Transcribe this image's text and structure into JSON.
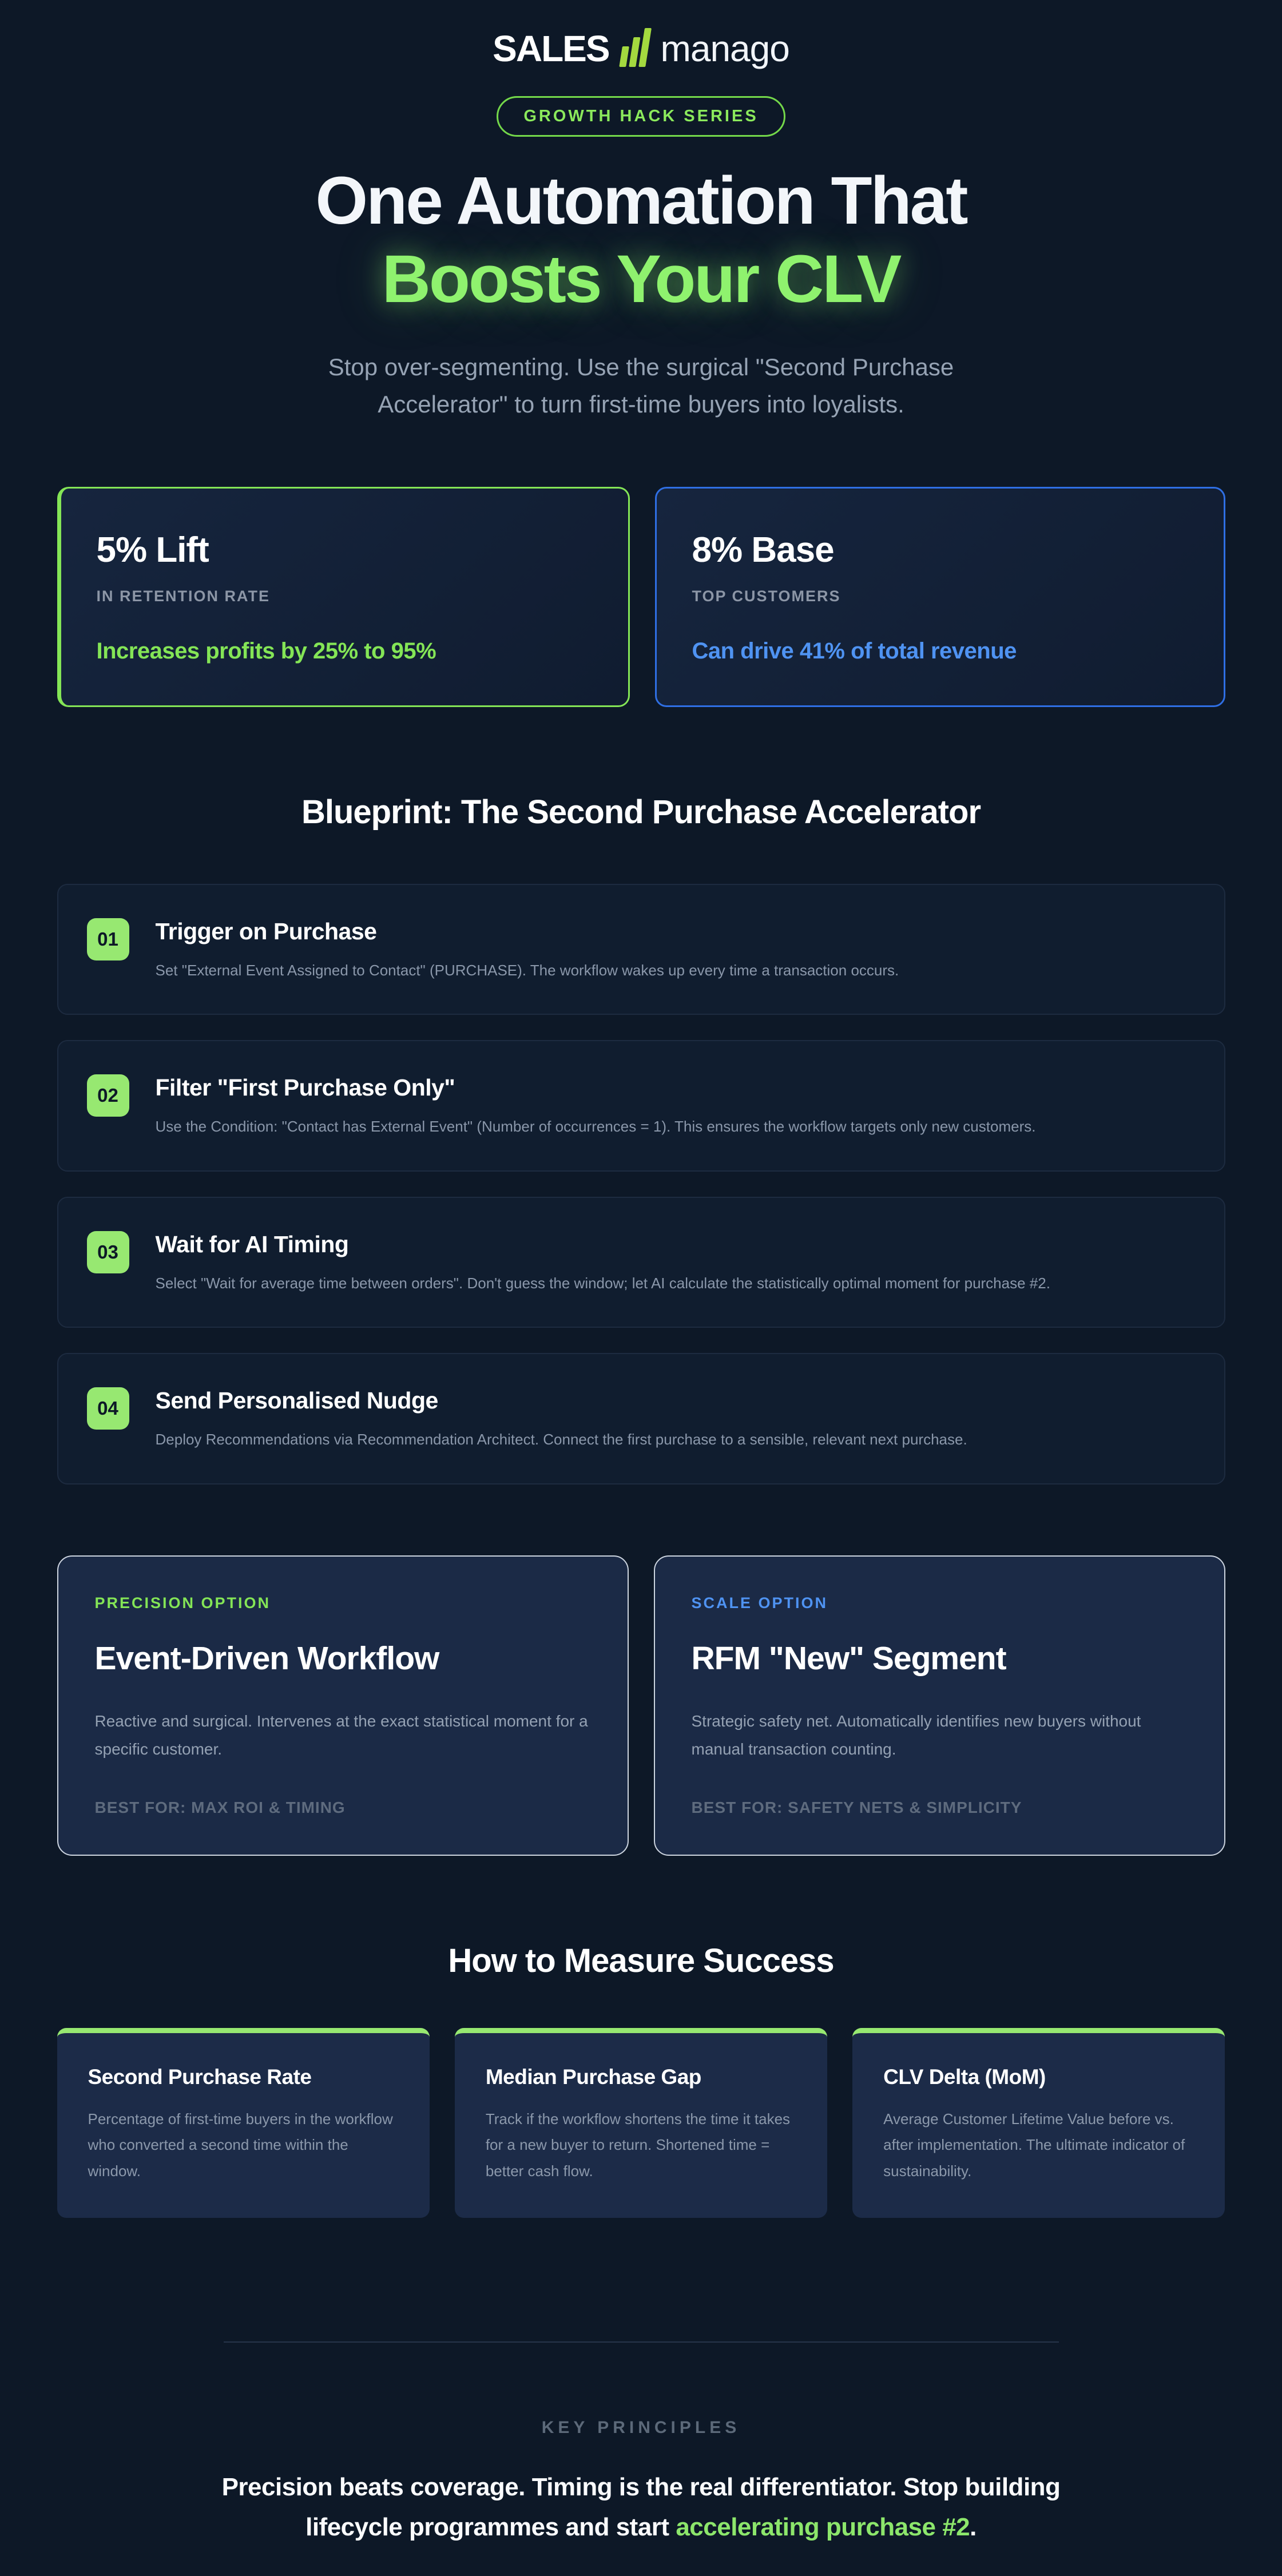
{
  "theme": {
    "page_bg": "#0D1827",
    "green_accent": "#84E556",
    "green_chip": "#97E871",
    "green_title_glow": "#8FF26E",
    "logo_lime": "#A3D93F",
    "blue_accent": "#2F6FE4",
    "blue_text": "#4F93F2",
    "gray_text": "#94A1B3",
    "dim_text": "#5E6B7E",
    "panel_bg": "#1B2A46",
    "step_bg": "#101D2F"
  },
  "header": {
    "logo_sales": "SALES",
    "logo_manago": "manago",
    "logo_icon": "bar-chart-icon",
    "badge": "GROWTH HACK SERIES"
  },
  "hero": {
    "title_line1": "One Automation That",
    "title_line2": "Boosts Your CLV",
    "subtitle": "Stop over-segmenting. Use the surgical \"Second Purchase Accelerator\" to turn first-time buyers into loyalists."
  },
  "stats": [
    {
      "value": "5% Lift",
      "label": "IN RETENTION RATE",
      "highlight": "Increases profits by 25% to 95%",
      "accent_color": "#84E556"
    },
    {
      "value": "8% Base",
      "label": "TOP CUSTOMERS",
      "highlight": "Can drive 41% of total revenue",
      "accent_color": "#2F6FE4"
    }
  ],
  "blueprint": {
    "heading": "Blueprint: The Second Purchase Accelerator",
    "steps": [
      {
        "num": "01",
        "title": "Trigger on Purchase",
        "desc": "Set \"External Event Assigned to Contact\" (PURCHASE). The workflow wakes up every time a transaction occurs."
      },
      {
        "num": "02",
        "title": "Filter \"First Purchase Only\"",
        "desc": "Use the Condition: \"Contact has External Event\" (Number of occurrences = 1). This ensures the workflow targets only new customers."
      },
      {
        "num": "03",
        "title": "Wait for AI Timing",
        "desc": "Select \"Wait for average time between orders\". Don't guess the window; let AI calculate the statistically optimal moment for purchase #2."
      },
      {
        "num": "04",
        "title": "Send Personalised Nudge",
        "desc": "Deploy Recommendations via Recommendation Architect. Connect the first purchase to a sensible, relevant next purchase."
      }
    ]
  },
  "options": [
    {
      "label": "PRECISION OPTION",
      "title": "Event-Driven Workflow",
      "desc": "Reactive and surgical. Intervenes at the exact statistical moment for a specific customer.",
      "best_for": "BEST FOR: MAX ROI & TIMING"
    },
    {
      "label": "SCALE OPTION",
      "title": "RFM \"New\" Segment",
      "desc": "Strategic safety net. Automatically identifies new buyers without manual transaction counting.",
      "best_for": "BEST FOR: SAFETY NETS & SIMPLICITY"
    }
  ],
  "measure": {
    "heading": "How to Measure Success",
    "metrics": [
      {
        "title": "Second Purchase Rate",
        "desc": "Percentage of first-time buyers in the workflow who converted a second time within the window."
      },
      {
        "title": "Median Purchase Gap",
        "desc": "Track if the workflow shortens the time it takes for a new buyer to return. Shortened time = better cash flow."
      },
      {
        "title": "CLV Delta (MoM)",
        "desc": "Average Customer Lifetime Value before vs. after implementation. The ultimate indicator of sustainability."
      }
    ]
  },
  "footer": {
    "label": "KEY PRINCIPLES",
    "statement_start": "Precision beats coverage. Timing is the real differentiator. Stop building lifecycle programmes and start ",
    "statement_highlight": "accelerating purchase #2",
    "statement_end": "."
  }
}
